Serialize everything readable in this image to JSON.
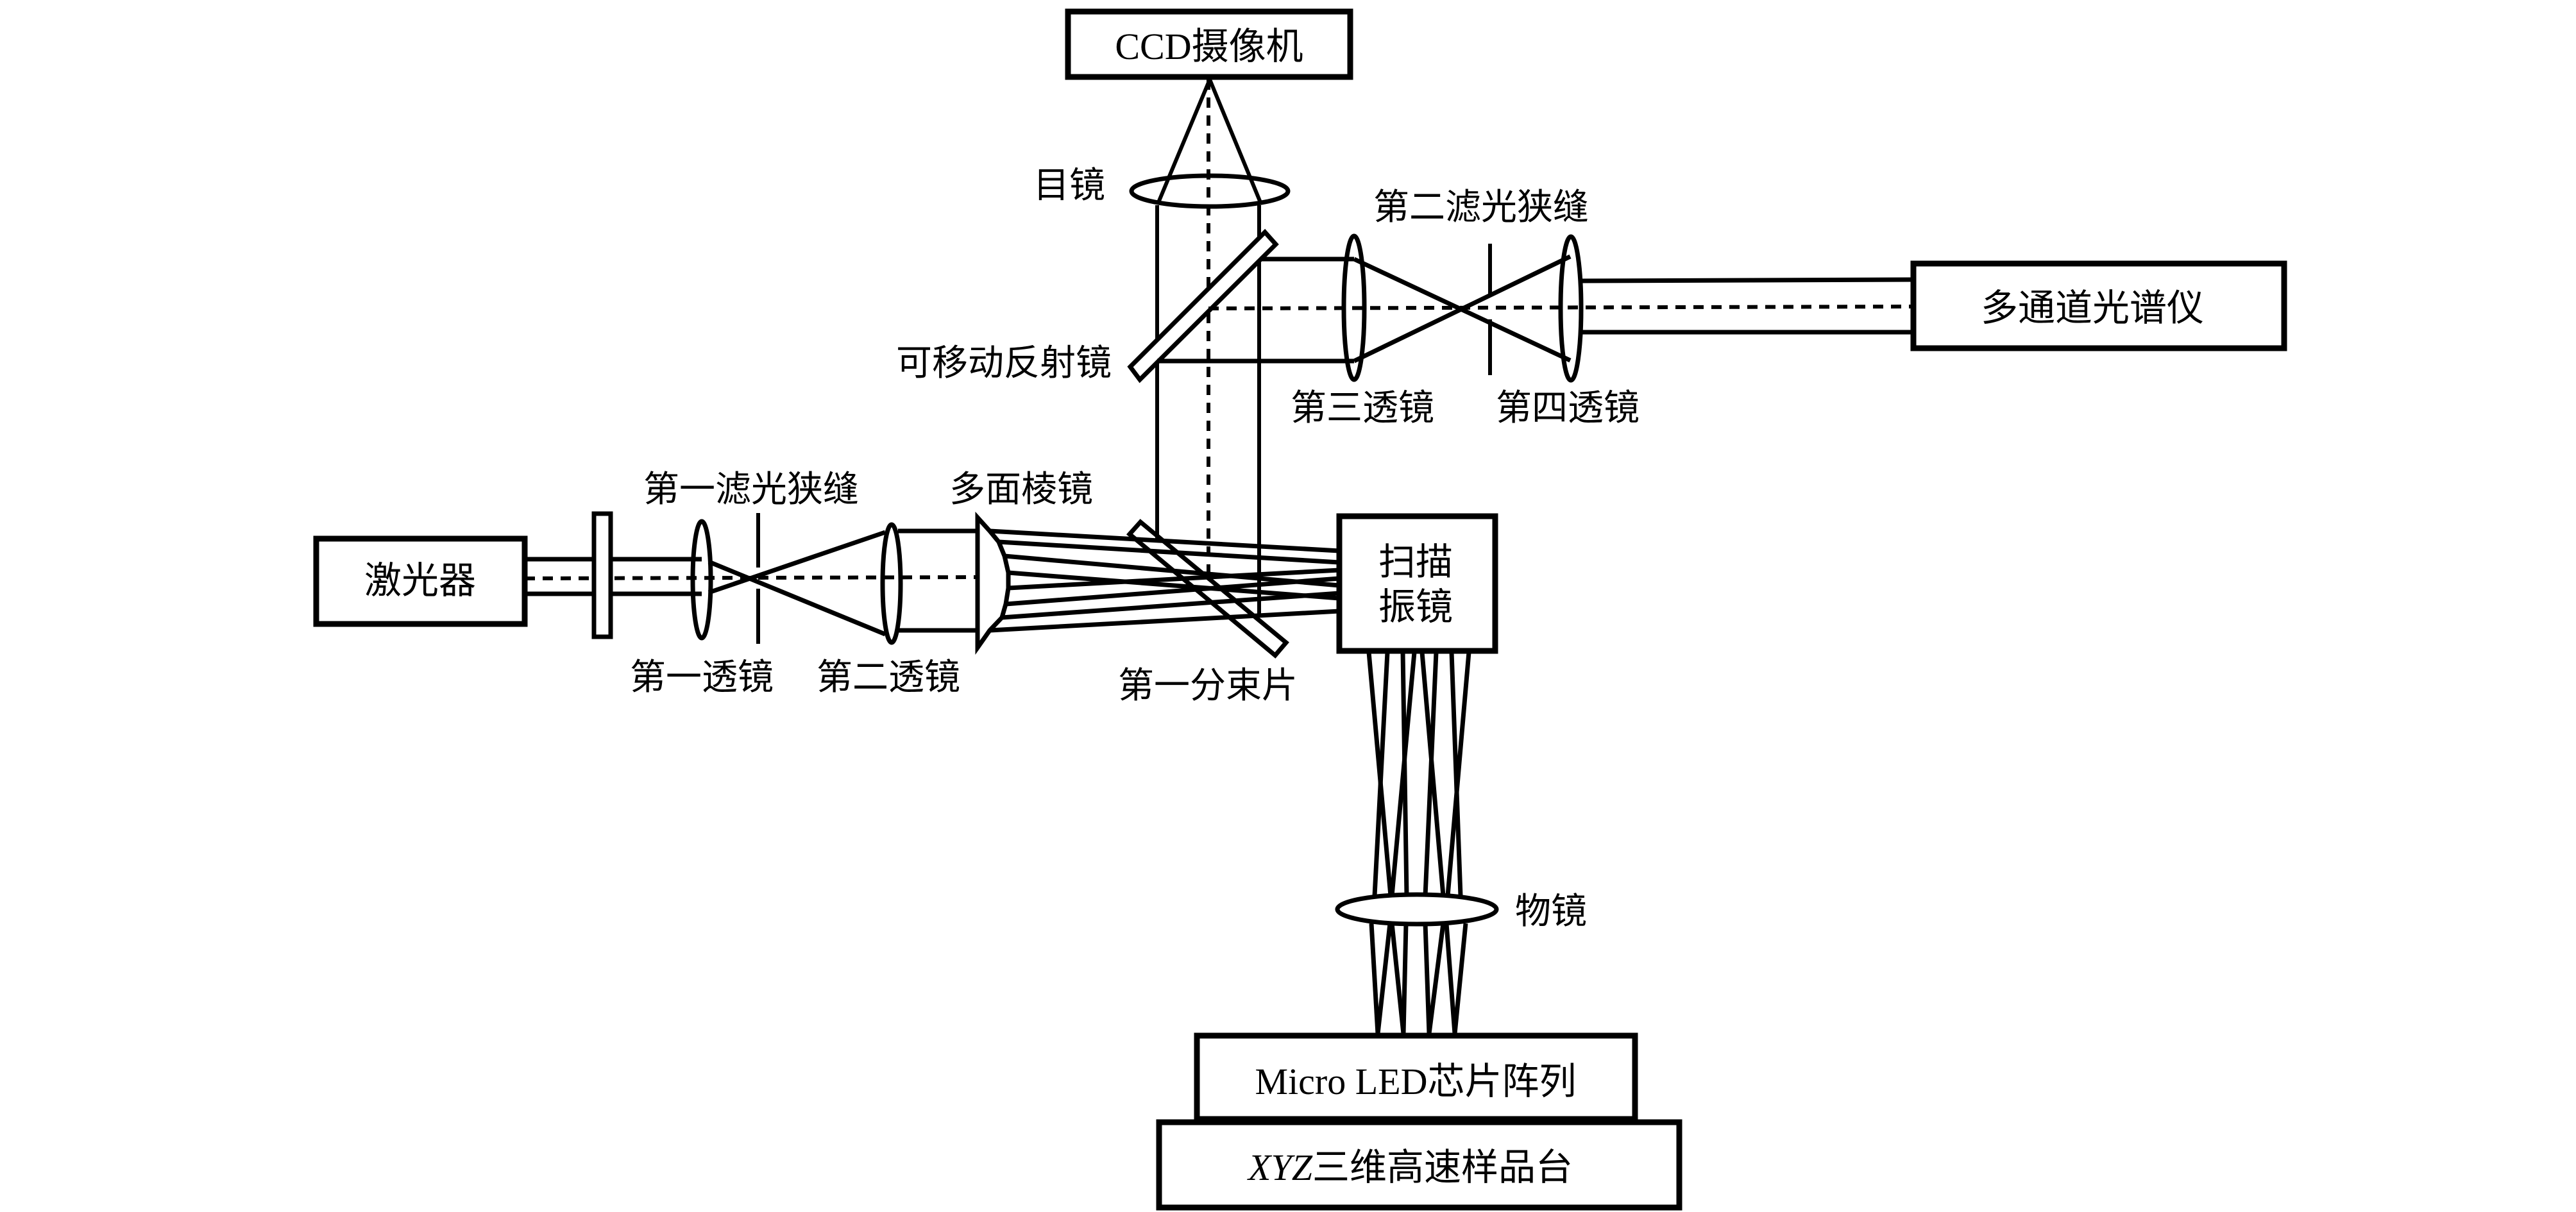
{
  "figure": {
    "type": "optical-system-schematic",
    "colors": {
      "line": "#000000",
      "background": "#ffffff"
    }
  },
  "components": {
    "ccd_camera": "CCD摄像机",
    "eyepiece": "目镜",
    "movable_mirror": "可移动反射镜",
    "second_filter_slit": "第二滤光狭缝",
    "third_lens": "第三透镜",
    "fourth_lens": "第四透镜",
    "spectrometer": "多通道光谱仪",
    "laser": "激光器",
    "first_filter_slit": "第一滤光狭缝",
    "polygon_prism": "多面棱镜",
    "first_lens": "第一透镜",
    "second_lens": "第二透镜",
    "first_beam_splitter": "第一分束片",
    "scan_galvo_line1": "扫描",
    "scan_galvo_line2": "振镜",
    "objective": "物镜",
    "micro_led_array": "Micro LED芯片阵列",
    "stage_prefix": "XYZ",
    "stage_suffix": "三维高速样品台"
  }
}
